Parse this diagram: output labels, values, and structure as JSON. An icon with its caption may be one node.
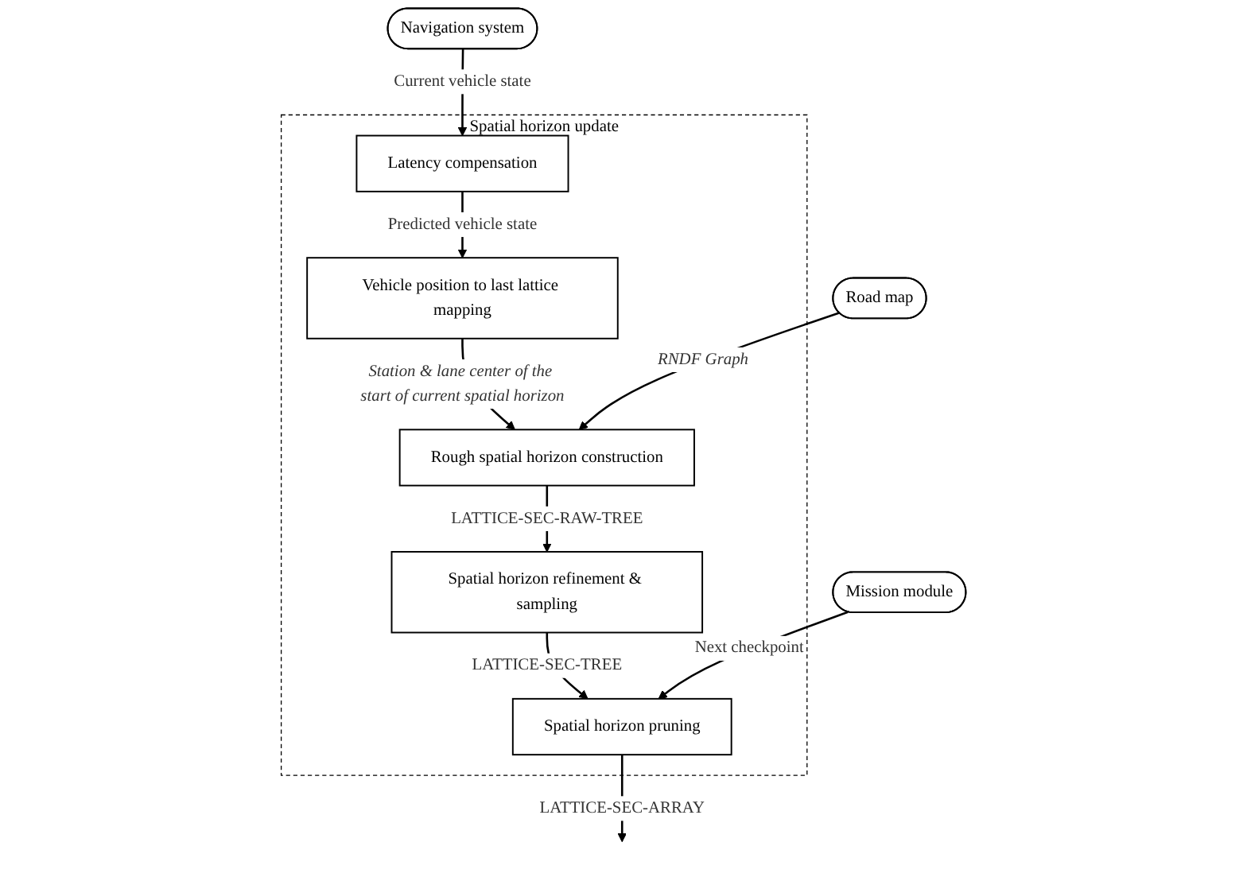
{
  "diagram": {
    "nodes": [
      {
        "text": [
          "Spatial horizon update"
        ]
      },
      {
        "text": [
          "Navigation system"
        ]
      },
      {
        "text": [
          "Latency compensation"
        ],
        "in": 0
      },
      {
        "text": [
          "Vehicle position to last lattice mapping"
        ],
        "in": 0
      },
      {
        "text": [
          "Road map"
        ]
      },
      {
        "text": [
          "Rough spatial horizon construction"
        ],
        "in": 0
      },
      {
        "text": [
          "Spatial horizon refinement & sampling"
        ],
        "in": 0
      },
      {
        "text": [
          "Mission module"
        ]
      },
      {
        "text": [
          "Spatial horizon pruning"
        ],
        "in": 0
      }
    ],
    "edges": [
      {
        "from": 1,
        "to": 2,
        "arrow": "to",
        "label": "Current vehicle state"
      },
      {
        "from": 2,
        "to": 3,
        "arrow": "to",
        "label": "Predicted vehicle state"
      },
      {
        "from": 3,
        "to": 5,
        "arrow": "to",
        "label": "Station & lane center of the start of current spatial horizon"
      },
      {
        "from": 4,
        "to": 5,
        "arrow": "to",
        "label": "RNDF Graph"
      },
      {
        "from": 5,
        "to": 6,
        "arrow": "to",
        "label": "LATTICE-SEC-RAW-TREE"
      },
      {
        "from": 6,
        "to": 8,
        "arrow": "to",
        "label": "LATTICE-SEC-TREE"
      },
      {
        "from": 7,
        "to": 8,
        "arrow": "to",
        "label": "Next checkpoint"
      },
      {
        "from": 8,
        "to": null,
        "arrow": "to",
        "label": "LATTICE-SEC-ARRAY"
      }
    ]
  }
}
